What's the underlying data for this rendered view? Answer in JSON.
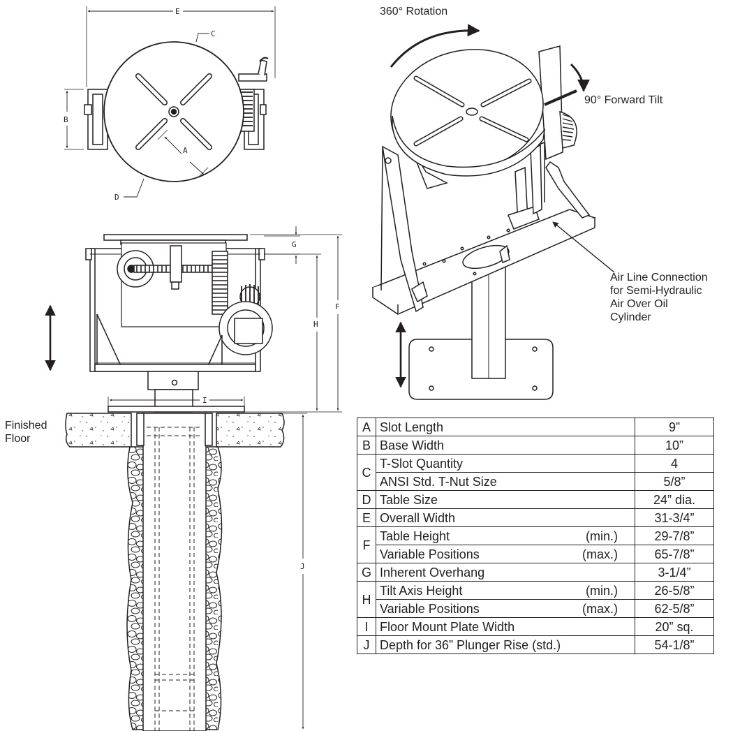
{
  "labels": {
    "rotation": "360° Rotation",
    "tilt": "90° Forward Tilt",
    "air_line": [
      "Air Line Connection",
      "for Semi-Hydraulic",
      "Air Over Oil",
      "Cylinder"
    ],
    "floor": [
      "Finished",
      "Floor"
    ],
    "dims": {
      "A": "A",
      "B": "B",
      "C": "C",
      "D": "D",
      "E": "E",
      "F": "F",
      "G": "G",
      "H": "H",
      "I": "I",
      "J": "J"
    }
  },
  "specs": [
    {
      "key": "A",
      "rows": [
        {
          "desc": "Slot Length",
          "note": "",
          "value": "9”"
        }
      ]
    },
    {
      "key": "B",
      "rows": [
        {
          "desc": "Base Width",
          "note": "",
          "value": "10”"
        }
      ]
    },
    {
      "key": "C",
      "rows": [
        {
          "desc": "T-Slot Quantity",
          "note": "",
          "value": "4"
        },
        {
          "desc": "ANSI Std. T-Nut Size",
          "note": "",
          "value": "5/8”"
        }
      ]
    },
    {
      "key": "D",
      "rows": [
        {
          "desc": "Table Size",
          "note": "",
          "value": "24” dia."
        }
      ]
    },
    {
      "key": "E",
      "rows": [
        {
          "desc": "Overall Width",
          "note": "",
          "value": "31-3/4”"
        }
      ]
    },
    {
      "key": "F",
      "rows": [
        {
          "desc": "Table Height",
          "note": "(min.)",
          "value": "29-7/8”"
        },
        {
          "desc": "Variable Positions",
          "note": "(max.)",
          "value": "65-7/8”"
        }
      ]
    },
    {
      "key": "G",
      "rows": [
        {
          "desc": "Inherent Overhang",
          "note": "",
          "value": "3-1/4”"
        }
      ]
    },
    {
      "key": "H",
      "rows": [
        {
          "desc": "Tilt Axis Height",
          "note": "(min.)",
          "value": "26-5/8”"
        },
        {
          "desc": "Variable Positions",
          "note": "(max.)",
          "value": "62-5/8”"
        }
      ]
    },
    {
      "key": "I",
      "rows": [
        {
          "desc": "Floor Mount Plate Width",
          "note": "",
          "value": "20” sq."
        }
      ]
    },
    {
      "key": "J",
      "rows": [
        {
          "desc": "Depth for 36” Plunger Rise (std.)",
          "note": "",
          "value": "54-1/8”"
        }
      ]
    }
  ]
}
